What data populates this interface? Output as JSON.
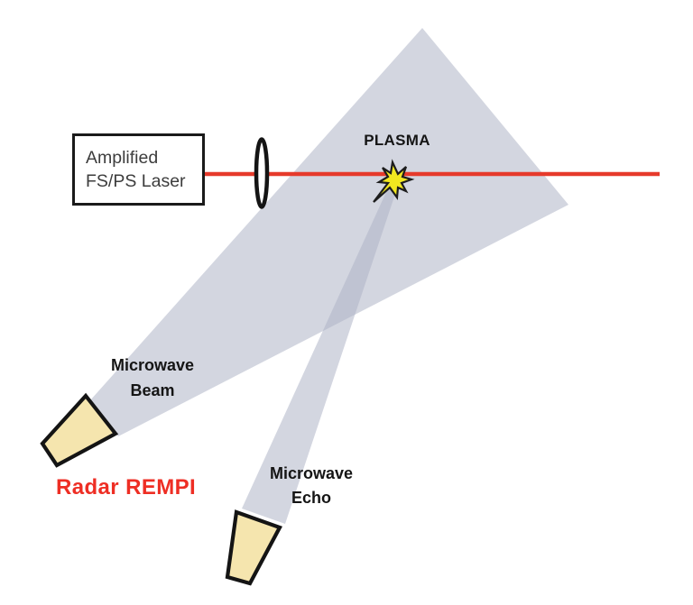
{
  "diagram": {
    "labels": {
      "laser_box": "Amplified\nFS/PS Laser",
      "plasma": "PLASMA",
      "microwave_beam": "Microwave\nBeam",
      "microwave_echo": "Microwave\nEcho",
      "caption": "Radar REMPI"
    },
    "colors": {
      "laser_beam_red": "#e63a2b",
      "caption_red": "#ee2e24",
      "microwave_gray": "#aeb4c6",
      "horn_fill": "#f5e5ae",
      "plasma_yellow": "#f2e820",
      "outline_black": "#141414",
      "box_border": "#1a1a1a",
      "box_text": "#3d3d3d",
      "label_text": "#151515",
      "background": "#ffffff"
    },
    "icons": {
      "lens": "focusing-lens-icon",
      "spark": "plasma-spark-icon",
      "horn_transmit": "microwave-horn-transmitter-icon",
      "horn_receive": "microwave-horn-receiver-icon"
    }
  }
}
